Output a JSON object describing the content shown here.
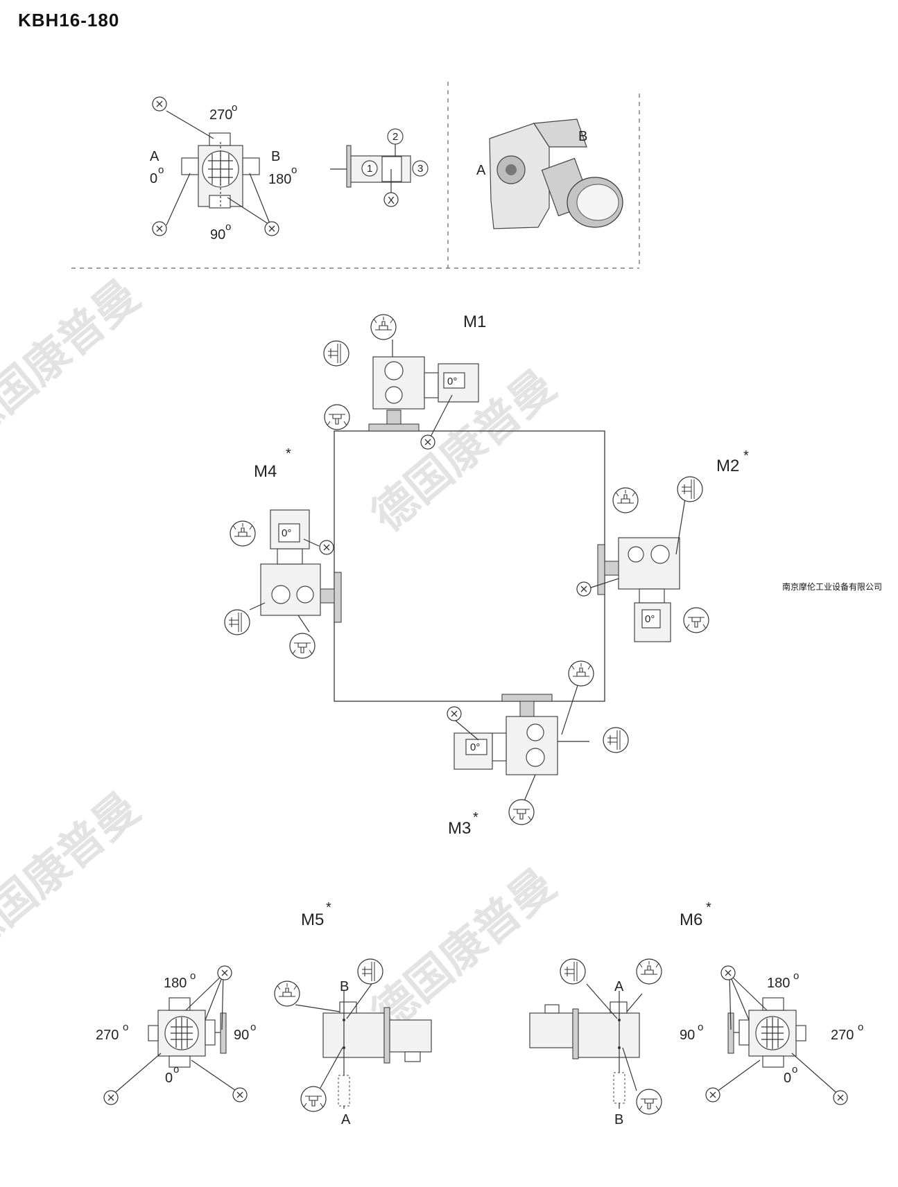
{
  "title": "KBH16-180",
  "company": "南京摩伦工业设备有限公司",
  "watermark": "德国康普曼",
  "legend": {
    "angle_270": "270",
    "angle_90": "90",
    "angle_0": "0",
    "angle_180": "180",
    "label_a": "A",
    "label_b": "B",
    "terminal_box": "X",
    "pos_1": "1",
    "pos_2": "2",
    "pos_3": "3",
    "photo_a": "A",
    "photo_b": "B"
  },
  "positions": {
    "m1": "M1",
    "m2": "M2",
    "m3": "M3",
    "m4": "M4",
    "m5": "M5",
    "m6": "M6",
    "star": "*",
    "motor_angle": "0°"
  },
  "m5_views": {
    "angle_180": "180",
    "angle_270": "270",
    "angle_90": "90",
    "angle_0": "0",
    "side_b": "B",
    "side_a": "A"
  },
  "m6_views": {
    "angle_180": "180",
    "angle_90": "90",
    "angle_270": "270",
    "angle_0": "0",
    "side_a": "A",
    "side_b": "B"
  }
}
